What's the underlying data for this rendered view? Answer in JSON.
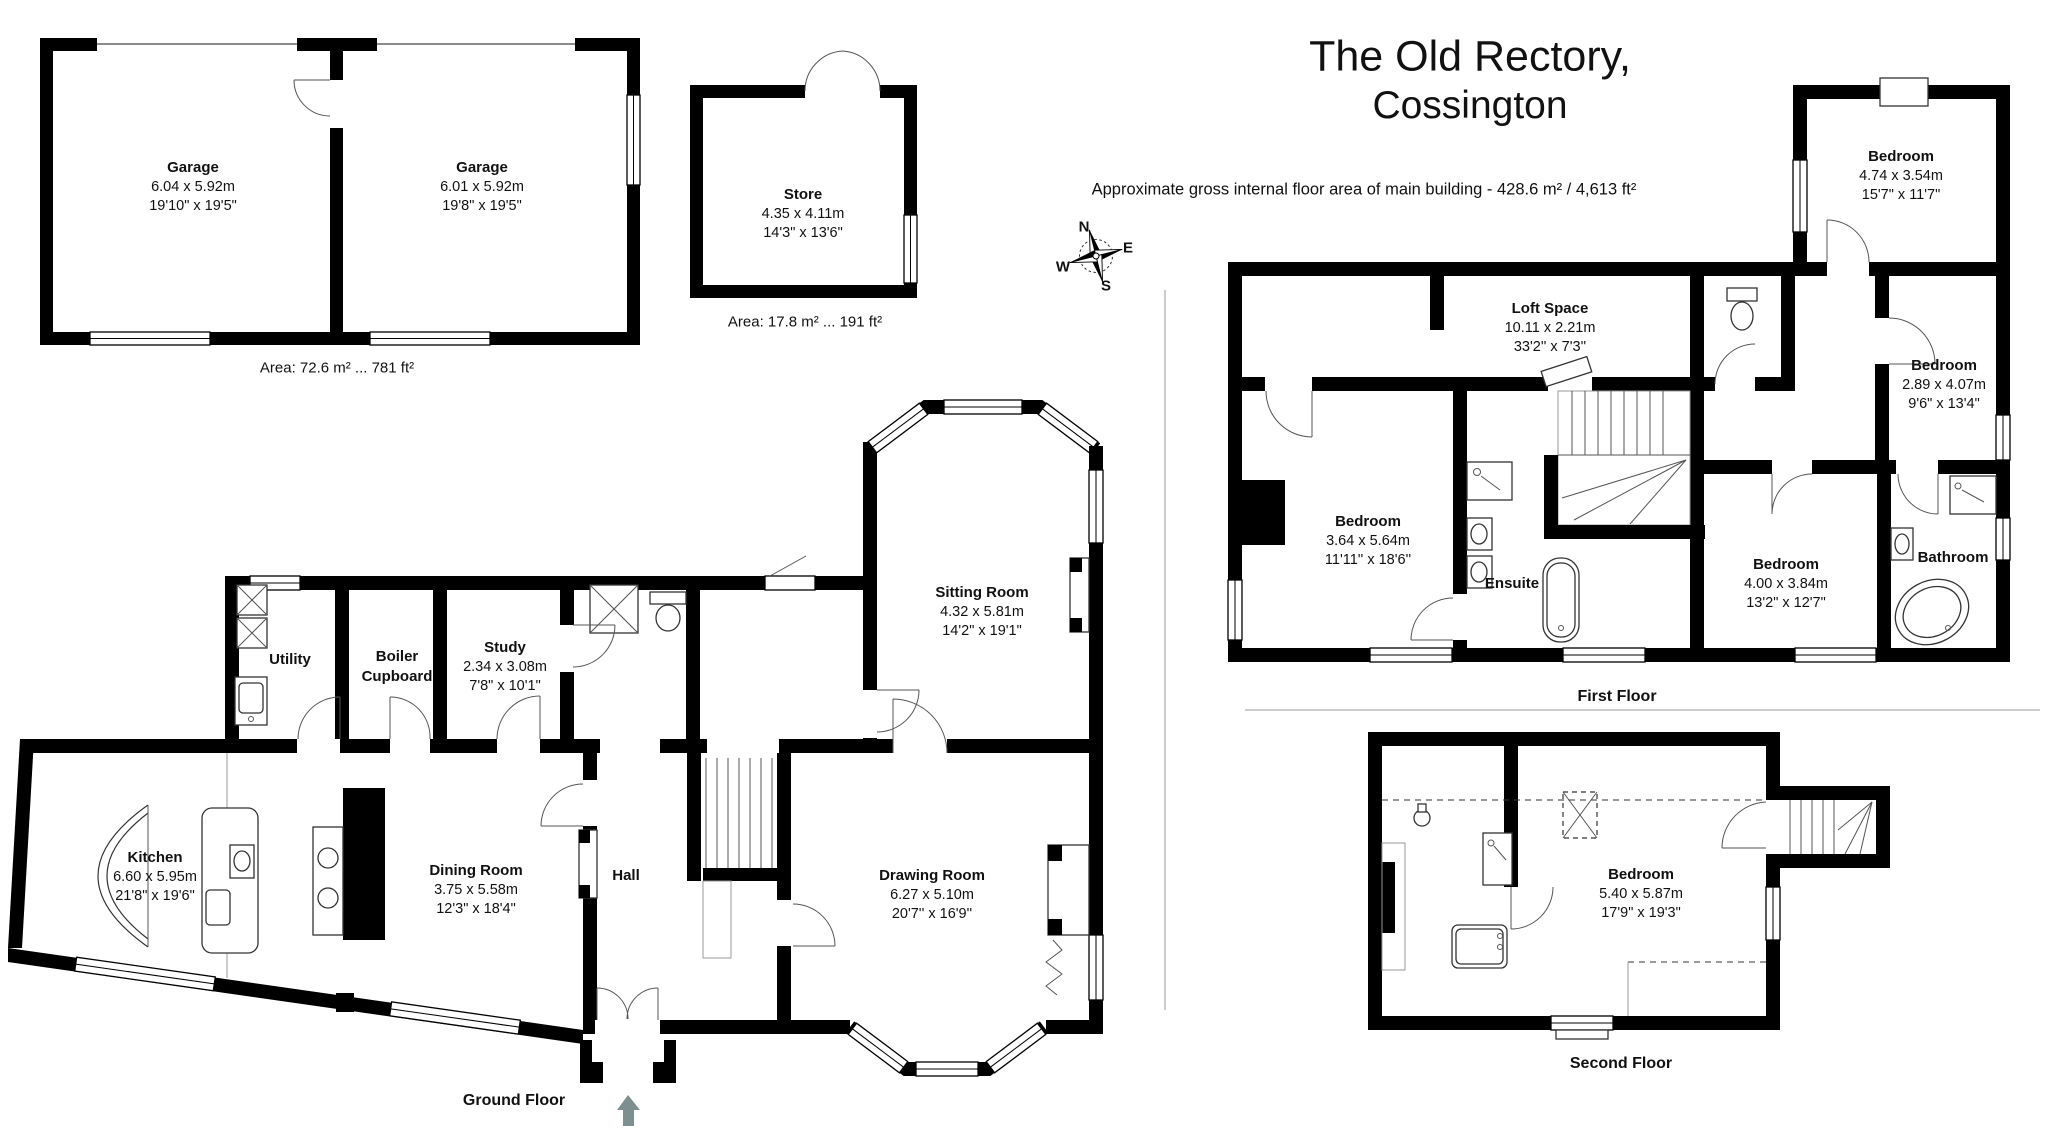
{
  "title": {
    "line1": "The Old Rectory,",
    "line2": "Cossington",
    "subtitle": "Approximate gross internal floor area of main building  -  428.6 m² /  4,613 ft²"
  },
  "compass": {
    "n": "N",
    "e": "E",
    "s": "S",
    "w": "W"
  },
  "outbuildings": {
    "garage1": {
      "name": "Garage",
      "metric": "6.04 x 5.92m",
      "imperial": "19'10\" x 19'5\""
    },
    "garage2": {
      "name": "Garage",
      "metric": "6.01 x 5.92m",
      "imperial": "19'8\" x 19'5\""
    },
    "garage_area": "Area: 72.6 m² ... 781 ft²",
    "store": {
      "name": "Store",
      "metric": "4.35 x 4.11m",
      "imperial": "14'3\" x 13'6\""
    },
    "store_area": "Area: 17.8 m² ... 191 ft²"
  },
  "ground_floor": {
    "label": "Ground Floor",
    "rooms": {
      "kitchen": {
        "name": "Kitchen",
        "metric": "6.60 x 5.95m",
        "imperial": "21'8\" x 19'6\""
      },
      "dining": {
        "name": "Dining Room",
        "metric": "3.75 x 5.58m",
        "imperial": "12'3\" x 18'4\""
      },
      "hall": {
        "name": "Hall"
      },
      "drawing": {
        "name": "Drawing Room",
        "metric": "6.27 x 5.10m",
        "imperial": "20'7'' x 16'9''"
      },
      "sitting": {
        "name": "Sitting Room",
        "metric": "4.32 x 5.81m",
        "imperial": "14'2\" x 19'1\""
      },
      "study": {
        "name": "Study",
        "metric": "2.34 x 3.08m",
        "imperial": "7'8\" x 10'1\""
      },
      "boiler": {
        "name_line1": "Boiler",
        "name_line2": "Cupboard"
      },
      "utility": {
        "name": "Utility"
      }
    }
  },
  "first_floor": {
    "label": "First Floor",
    "rooms": {
      "loft": {
        "name": "Loft Space",
        "metric": "10.11 x 2.21m",
        "imperial": "33'2'' x 7'3''"
      },
      "bedroom_left": {
        "name": "Bedroom",
        "metric": "3.64 x 5.64m",
        "imperial": "11'11'' x 18'6''"
      },
      "ensuite": {
        "name": "Ensuite"
      },
      "bedroom_top": {
        "name": "Bedroom",
        "metric": "4.74 x 3.54m",
        "imperial": "15'7\" x 11'7\""
      },
      "bedroom_right": {
        "name": "Bedroom",
        "metric": "2.89 x 4.07m",
        "imperial": "9'6\" x 13'4\""
      },
      "bedroom_mid": {
        "name": "Bedroom",
        "metric": "4.00 x 3.84m",
        "imperial": "13'2\" x 12'7\""
      },
      "bathroom": {
        "name": "Bathroom"
      }
    }
  },
  "second_floor": {
    "label": "Second Floor",
    "rooms": {
      "bedroom": {
        "name": "Bedroom",
        "metric": "5.40 x 5.87m",
        "imperial": "17'9\" x 19'3\""
      }
    }
  }
}
